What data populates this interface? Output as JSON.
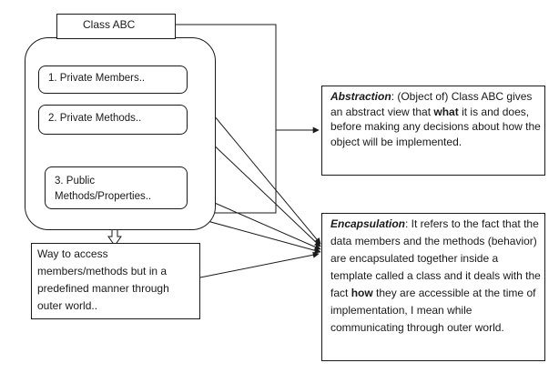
{
  "diagram": {
    "class_title": "Class ABC",
    "private_members": "1. Private Members..",
    "private_methods": "2. Private Methods..",
    "public_methods_line1": "3. Public",
    "public_methods_line2": "Methods/Properties..",
    "access_note": "Way to access members/methods but in a predefined manner through outer world..",
    "abstraction": {
      "term": "Abstraction",
      "text_1": ": (Object of)  Class ABC gives an abstract view that ",
      "what": "what",
      "text_2": " it is and does, before making any decisions about how the object will be implemented."
    },
    "encapsulation": {
      "term": "Encapsulation",
      "text_1": ": It refers to the fact that the data members and the methods (behavior) are encapsulated together inside a template called a class and it deals with the fact ",
      "how": "how",
      "text_2": " they are accessible at the time of implementation, I mean while communicating through outer world."
    }
  }
}
